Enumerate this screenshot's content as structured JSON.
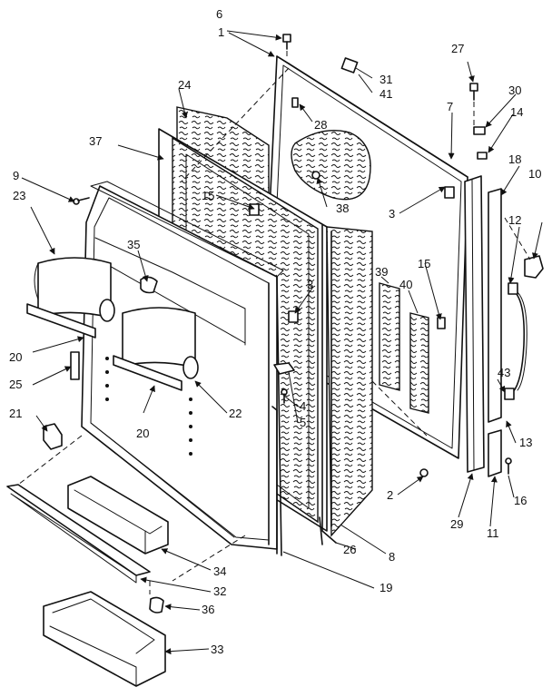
{
  "callouts": [
    {
      "id": "c1",
      "label": "1"
    },
    {
      "id": "c2",
      "label": "2"
    },
    {
      "id": "c3a",
      "label": "3"
    },
    {
      "id": "c3b",
      "label": "3"
    },
    {
      "id": "c4",
      "label": "4"
    },
    {
      "id": "c5",
      "label": "5"
    },
    {
      "id": "c6",
      "label": "6"
    },
    {
      "id": "c7",
      "label": "7"
    },
    {
      "id": "c8",
      "label": "8"
    },
    {
      "id": "c9",
      "label": "9"
    },
    {
      "id": "c10",
      "label": "10"
    },
    {
      "id": "c11",
      "label": "11"
    },
    {
      "id": "c12",
      "label": "12"
    },
    {
      "id": "c13",
      "label": "13"
    },
    {
      "id": "c14",
      "label": "14"
    },
    {
      "id": "c15a",
      "label": "15"
    },
    {
      "id": "c15b",
      "label": "15"
    },
    {
      "id": "c16",
      "label": "16"
    },
    {
      "id": "c18",
      "label": "18"
    },
    {
      "id": "c19",
      "label": "19"
    },
    {
      "id": "c20a",
      "label": "20"
    },
    {
      "id": "c20b",
      "label": "20"
    },
    {
      "id": "c21",
      "label": "21"
    },
    {
      "id": "c22",
      "label": "22"
    },
    {
      "id": "c23",
      "label": "23"
    },
    {
      "id": "c24",
      "label": "24"
    },
    {
      "id": "c25",
      "label": "25"
    },
    {
      "id": "c26",
      "label": "26"
    },
    {
      "id": "c27",
      "label": "27"
    },
    {
      "id": "c28",
      "label": "28"
    },
    {
      "id": "c29",
      "label": "29"
    },
    {
      "id": "c30",
      "label": "30"
    },
    {
      "id": "c31",
      "label": "31"
    },
    {
      "id": "c32",
      "label": "32"
    },
    {
      "id": "c33",
      "label": "33"
    },
    {
      "id": "c34",
      "label": "34"
    },
    {
      "id": "c35",
      "label": "35"
    },
    {
      "id": "c36",
      "label": "36"
    },
    {
      "id": "c37",
      "label": "37"
    },
    {
      "id": "c38",
      "label": "38"
    },
    {
      "id": "c39",
      "label": "39"
    },
    {
      "id": "c40",
      "label": "40"
    },
    {
      "id": "c41",
      "label": "41"
    },
    {
      "id": "c43",
      "label": "43"
    }
  ]
}
